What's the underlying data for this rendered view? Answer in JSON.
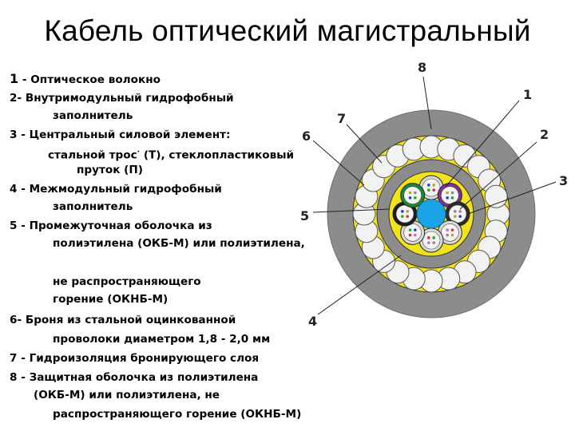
{
  "title": "Кабель оптический магистральный",
  "legend": [
    {
      "id": "l1",
      "segments": [
        {
          "text": "1",
          "big": true
        },
        {
          "text": " - Оптическое волокно"
        }
      ]
    },
    {
      "id": "l2",
      "segments": [
        {
          "text": "2- Внутримодульный гидрофобный"
        }
      ]
    },
    {
      "id": "l2b",
      "segments": [
        {
          "text": "заполнитель"
        }
      ]
    },
    {
      "id": "l3",
      "segments": [
        {
          "text": "3 - Центральный силовой элемент:"
        }
      ]
    },
    {
      "id": "l3b",
      "segments": [
        {
          "text": "стальной трос"
        },
        {
          "text": "·",
          "sup": true
        },
        {
          "text": " (Т), стеклопластиковый"
        }
      ]
    },
    {
      "id": "l3c",
      "segments": [
        {
          "text": "пруток (П)"
        }
      ]
    },
    {
      "id": "l4",
      "segments": [
        {
          "text": "4 - Межмодульный гидрофобный"
        }
      ]
    },
    {
      "id": "l4b",
      "segments": [
        {
          "text": "заполнитель"
        }
      ]
    },
    {
      "id": "l5",
      "segments": [
        {
          "text": "5 - Промежуточная оболочка из"
        }
      ]
    },
    {
      "id": "l5b",
      "segments": [
        {
          "text": "полиэтилена (ОКБ-М) или полиэтилена,"
        }
      ]
    },
    {
      "id": "l5c",
      "segments": [
        {
          "text": "не распространяющего"
        }
      ]
    },
    {
      "id": "l5d",
      "segments": [
        {
          "text": "горение (ОКНБ-М)"
        }
      ]
    },
    {
      "id": "l6",
      "segments": [
        {
          "text": "6- Броня из стальной оцинкованной"
        }
      ]
    },
    {
      "id": "l6b",
      "segments": [
        {
          "text": "проволоки диаметром 1,8 - 2,0 мм"
        }
      ]
    },
    {
      "id": "l7",
      "segments": [
        {
          "text": "7 - Гидроизоляция бронирующего слоя"
        }
      ]
    },
    {
      "id": "l8",
      "segments": [
        {
          "text": "8 - Защитная оболочка из полиэтилена"
        }
      ]
    },
    {
      "id": "l8b",
      "segments": [
        {
          "text": "(ОКБ-М) или полиэтилена, не"
        }
      ]
    },
    {
      "id": "l8c",
      "segments": [
        {
          "text": "распространяющего горение (ОКНБ-М)"
        }
      ]
    }
  ],
  "callouts": {
    "c1": "1",
    "c2": "2",
    "c3": "3",
    "c4": "4",
    "c5": "5",
    "c6": "6",
    "c7": "7",
    "c8": "8"
  },
  "colors": {
    "outer_sheath": "#8c8c8c",
    "armor_wire": "#f2f2f2",
    "filler": "#f2e31a",
    "inner_sheath": "#8c8c8c",
    "central_member": "#1aa3e6",
    "module_white": "#f4f4f4",
    "outline": "#333333"
  },
  "modules": [
    {
      "name": "module-top",
      "ring": "#d8d8d8",
      "inner": "#f4f4f4"
    },
    {
      "name": "module-top-right",
      "ring": "#8a2a9a",
      "inner": "#f4f4f4"
    },
    {
      "name": "module-right",
      "ring": "#2c2c2c",
      "inner": "#f4f4f4"
    },
    {
      "name": "module-bottom-right",
      "ring": "#d8d8d8",
      "inner": "#f4f4f4"
    },
    {
      "name": "module-bottom",
      "ring": "#d8d8d8",
      "inner": "#f4f4f4"
    },
    {
      "name": "module-bottom-left",
      "ring": "#d8d8d8",
      "inner": "#f4f4f4"
    },
    {
      "name": "module-left",
      "ring": "#1c1c1c",
      "inner": "#f4f4f4"
    },
    {
      "name": "module-top-left",
      "ring": "#1a8a3a",
      "inner": "#f4f4f4"
    }
  ]
}
